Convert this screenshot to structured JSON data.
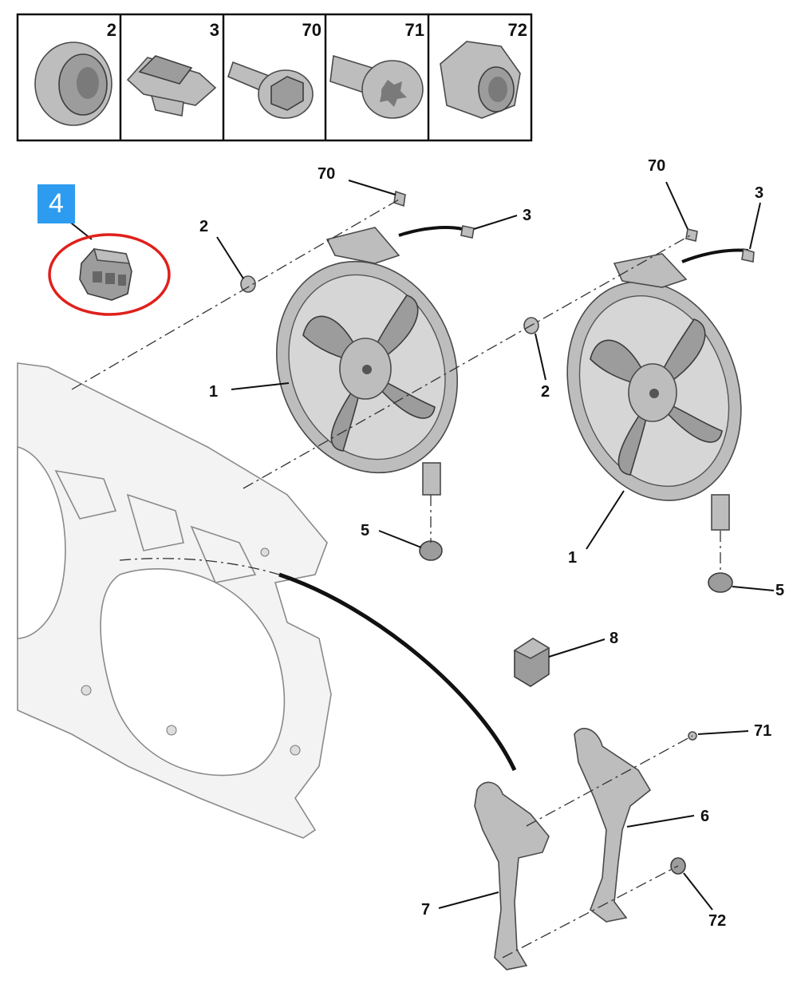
{
  "legend_cells": [
    {
      "label": "2",
      "icon": "grommet-icon"
    },
    {
      "label": "3",
      "icon": "clip-nut-icon"
    },
    {
      "label": "70",
      "icon": "flange-bolt-icon"
    },
    {
      "label": "71",
      "icon": "torx-screw-icon"
    },
    {
      "label": "72",
      "icon": "hex-nut-icon"
    }
  ],
  "highlight_badge": "4",
  "highlight_color": "#2d9cf0",
  "circle_color": "#e0201b",
  "callouts": {
    "c70a": "70",
    "c3a": "3",
    "c2a": "2",
    "c1a": "1",
    "c2b": "2",
    "c5a": "5",
    "c70b": "70",
    "c3b": "3",
    "c1b": "1",
    "c5b": "5",
    "c8": "8",
    "c71": "71",
    "c6": "6",
    "c7": "7",
    "c72": "72"
  }
}
